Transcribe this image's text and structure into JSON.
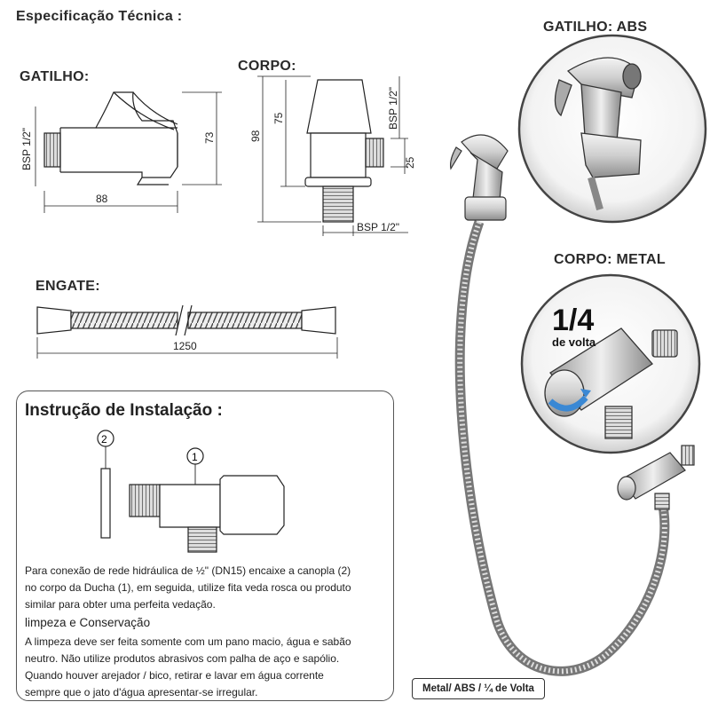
{
  "header": {
    "title": "Especificação Técnica :",
    "gatilho_label": "GATILHO:",
    "corpo_label": "CORPO:",
    "engate_label": "ENGATE:",
    "gatilho_material": "GATILHO: ABS",
    "corpo_material": "CORPO: METAL"
  },
  "dimensions": {
    "gatilho_thread": "BSP 1/2\"",
    "gatilho_length": "88",
    "gatilho_height": "73",
    "corpo_total": "98",
    "corpo_height": "75",
    "corpo_thread_side": "BSP 1/2\"",
    "corpo_offset": "25",
    "corpo_thread_bottom": "BSP 1/2\"",
    "engate_length": "1250"
  },
  "callout": {
    "fraction": "1/4",
    "subtitle": "de volta"
  },
  "installation": {
    "title": "Instrução de Instalação :",
    "part_1": "1",
    "part_2": "2",
    "paragraph_lines": [
      "Para conexão de rede hidráulica de ½\" (DN15) encaixe a canopla (2)",
      "no corpo da Ducha (1), em seguida, utilize fita veda rosca ou produto",
      "similar para obter uma perfeita vedação."
    ],
    "cleaning_title": "limpeza e Conservação",
    "cleaning_lines": [
      "A limpeza deve ser feita somente com um pano macio, água e sabão",
      "neutro. Não utilize produtos  abrasivos com palha de aço e sapólio.",
      "Quando houver arejador / bico, retirar e lavar em água corrente",
      "sempre que o jato d'água apresentar-se irregular."
    ]
  },
  "badge": {
    "text": "Metal/ ABS / ¼ de Volta"
  }
}
